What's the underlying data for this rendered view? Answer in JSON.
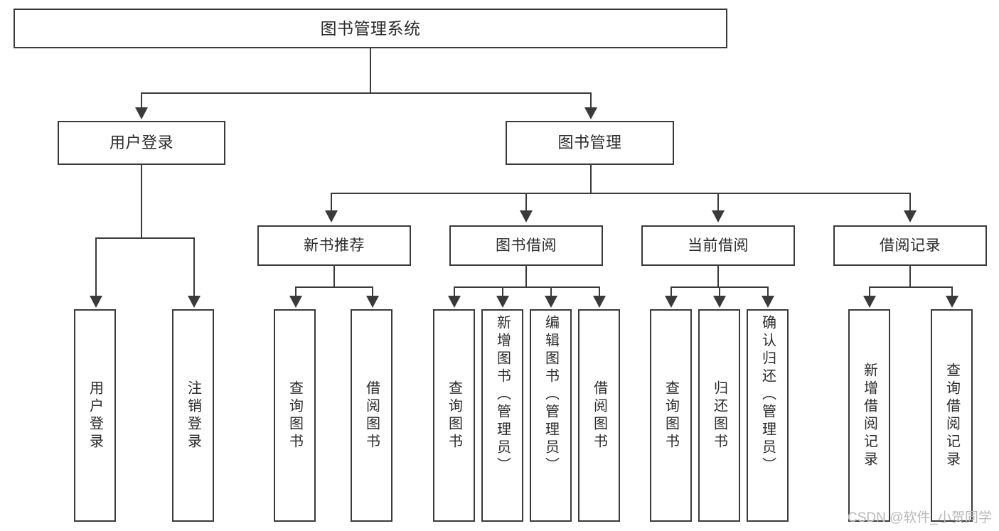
{
  "diagram": {
    "type": "tree-hierarchy-chart",
    "title": "图书管理系统",
    "root": {
      "id": "root",
      "label": "图书管理系统",
      "level": 1
    },
    "level2": [
      {
        "id": "user-login",
        "label": "用户登录"
      },
      {
        "id": "book-management",
        "label": "图书管理"
      }
    ],
    "level3": [
      {
        "id": "new-book-recommend",
        "label": "新书推荐",
        "parent": "book-management"
      },
      {
        "id": "book-borrow",
        "label": "图书借阅",
        "parent": "book-management"
      },
      {
        "id": "current-borrow",
        "label": "当前借阅",
        "parent": "book-management"
      },
      {
        "id": "borrow-record",
        "label": "借阅记录",
        "parent": "book-management"
      }
    ],
    "leaves": [
      {
        "id": "leaf-user-login",
        "label": "用户登录",
        "parent": "user-login"
      },
      {
        "id": "leaf-user-logout",
        "label": "注销登录",
        "parent": "user-login"
      },
      {
        "id": "leaf-query-book-1",
        "label": "查询图书",
        "parent": "new-book-recommend"
      },
      {
        "id": "leaf-borrow-book-1",
        "label": "借阅图书",
        "parent": "new-book-recommend"
      },
      {
        "id": "leaf-query-book-2",
        "label": "查询图书",
        "parent": "book-borrow"
      },
      {
        "id": "leaf-add-book",
        "label": "新增图书（管理员）",
        "parent": "book-borrow"
      },
      {
        "id": "leaf-edit-book",
        "label": "编辑图书（管理员）",
        "parent": "book-borrow"
      },
      {
        "id": "leaf-borrow-book-2",
        "label": "借阅图书",
        "parent": "book-borrow"
      },
      {
        "id": "leaf-query-book-3",
        "label": "查询图书",
        "parent": "current-borrow"
      },
      {
        "id": "leaf-return-book",
        "label": "归还图书",
        "parent": "current-borrow"
      },
      {
        "id": "leaf-confirm-return",
        "label": "确认归还（管理员）",
        "parent": "current-borrow"
      },
      {
        "id": "leaf-add-record",
        "label": "新增借阅记录",
        "parent": "borrow-record"
      },
      {
        "id": "leaf-query-record",
        "label": "查询借阅记录",
        "parent": "borrow-record"
      }
    ],
    "watermark": "CSDN @软件_小贺同学",
    "colors": {
      "stroke": "#3a3a3a",
      "background": "#ffffff",
      "text": "#2b2b2b",
      "watermark": "#b9b9b9"
    }
  }
}
